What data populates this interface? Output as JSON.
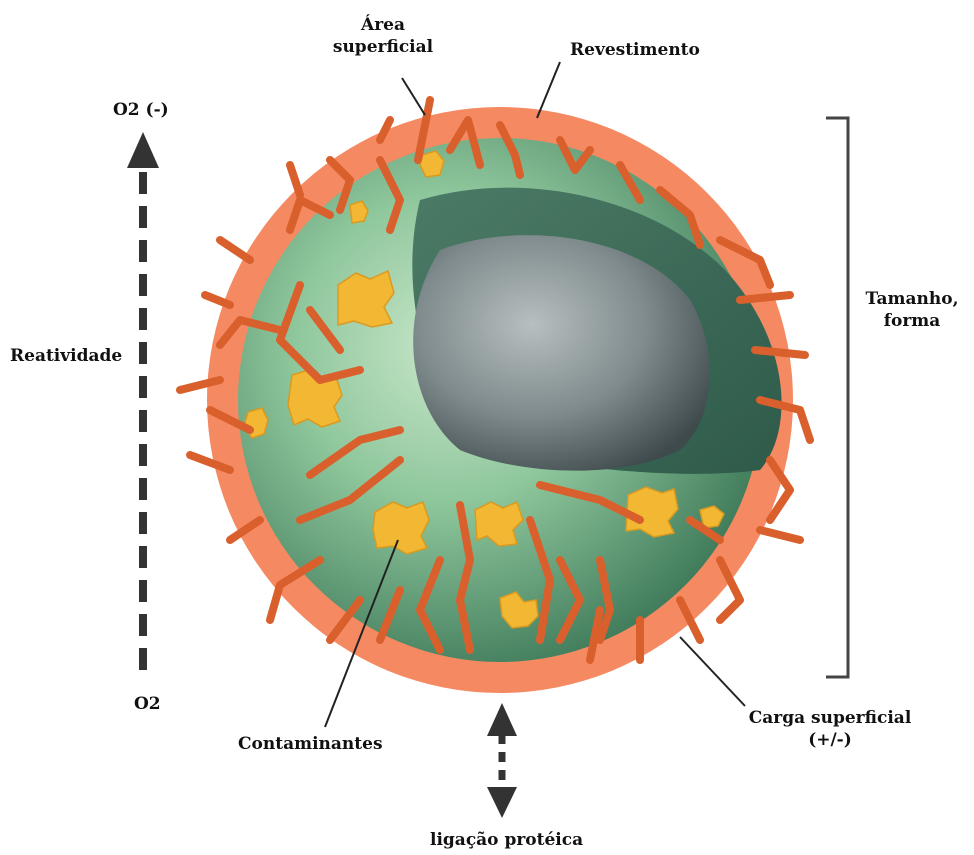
{
  "labels": {
    "area_line1": "Área",
    "area_line2": "superficial",
    "revestimento": "Revestimento",
    "o2_neg": "O2 (-)",
    "reatividade": "Reatividade",
    "o2": "O2",
    "tamanho_line1": "Tamanho,",
    "tamanho_line2": "forma",
    "contaminantes": "Contaminantes",
    "carga_line1": "Carga superficial",
    "carga_line2": "(+/-)",
    "ligacao": "ligação protéica"
  },
  "colors": {
    "coating": "#f58a62",
    "shell_green": "#7dbf8f",
    "core_grey": "#7d8a8c",
    "strand": "#d9602c",
    "contaminant": "#f2b733",
    "arrow": "#333333",
    "line": "#222222"
  }
}
